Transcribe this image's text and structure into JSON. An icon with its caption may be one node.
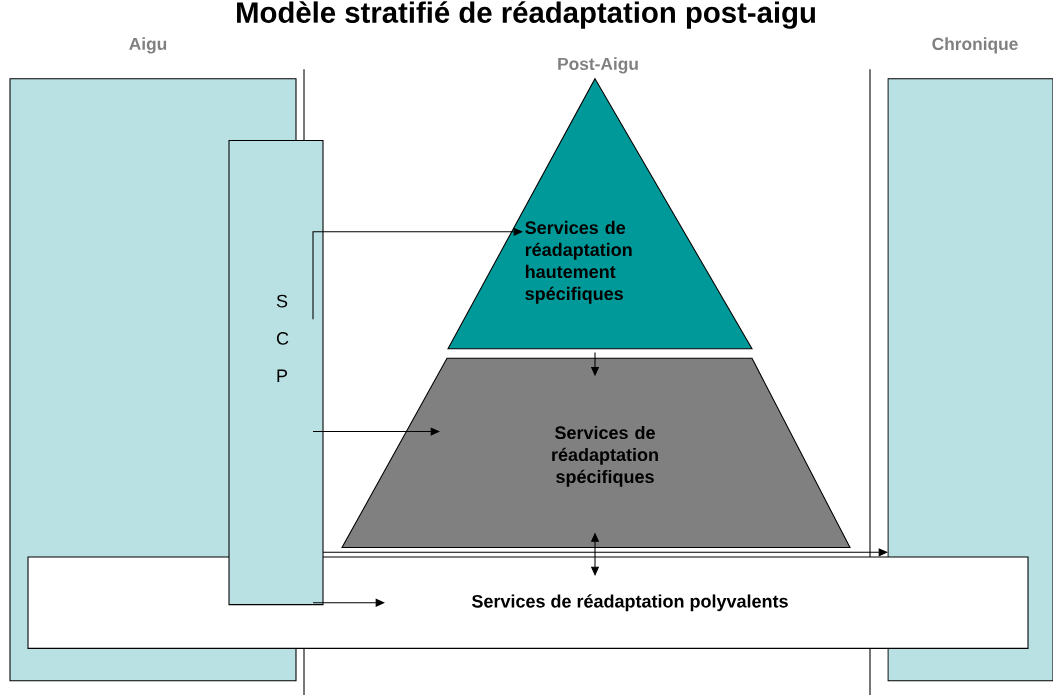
{
  "diagram": {
    "title": "Modèle stratifié de réadaptation post-aigu",
    "nodes": [
      {
        "text": [
          "Aigu"
        ]
      },
      {
        "text": [
          "S C P"
        ]
      },
      {
        "text": [
          "Services de réadaptation hautement spécifiques"
        ]
      },
      {
        "text": [
          "Services de réadaptation spécifiques"
        ]
      },
      {
        "text": [
          "Services de réadaptation polyvalents"
        ]
      },
      {
        "text": [
          "Chronique"
        ]
      }
    ],
    "edges": [
      {
        "from": 1,
        "to": 2,
        "arrow": "to"
      },
      {
        "from": 1,
        "to": 5,
        "arrow": "to"
      },
      {
        "from": 1,
        "to": 3,
        "arrow": "to"
      },
      {
        "from": 1,
        "to": 4,
        "arrow": "to"
      },
      {
        "from": 2,
        "to": 3,
        "arrow": "to"
      },
      {
        "from": 3,
        "to": 4,
        "arrow": "both"
      }
    ],
    "labels": [
      "Post-Aigu"
    ]
  }
}
